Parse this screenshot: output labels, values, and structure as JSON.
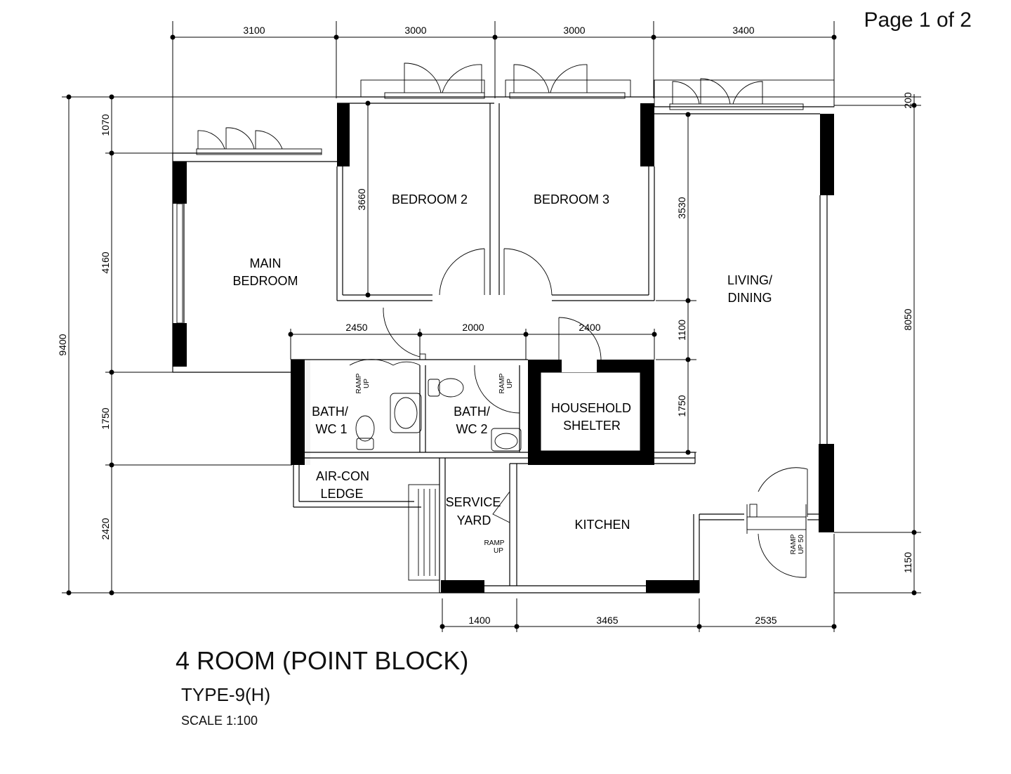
{
  "header": {
    "page_label": "Page 1 of 2"
  },
  "plan": {
    "rooms": {
      "main_bedroom": [
        "MAIN",
        "BEDROOM"
      ],
      "bedroom_2": "BEDROOM 2",
      "bedroom_3": "BEDROOM 3",
      "living_dining": [
        "LIVING/",
        "DINING"
      ],
      "bath_wc_1": [
        "BATH/",
        "WC 1"
      ],
      "bath_wc_2": [
        "BATH/",
        "WC 2"
      ],
      "household_shelter": [
        "HOUSEHOLD",
        "SHELTER"
      ],
      "aircon_ledge": [
        "AIR-CON",
        "LEDGE"
      ],
      "service_yard": [
        "SERVICE",
        "YARD"
      ],
      "kitchen": "KITCHEN"
    },
    "notes": {
      "ramp_up_bath1": [
        "RAMP",
        "UP"
      ],
      "ramp_up_bath2": [
        "RAMP",
        "UP"
      ],
      "ramp_up_yard": [
        "RAMP",
        "UP"
      ],
      "ramp_up_entrance": [
        "RAMP",
        "UP 50"
      ]
    },
    "dimensions": {
      "top": [
        "3100",
        "3000",
        "3000",
        "3400"
      ],
      "inner_top": [
        "2450",
        "2000",
        "2400"
      ],
      "bottom": [
        "1400",
        "3465",
        "2535"
      ],
      "left_outer": "9400",
      "left_inner": [
        "1070",
        "4160",
        "1750",
        "2420"
      ],
      "bedroom_2_depth": "3660",
      "living_right_column": [
        "3530",
        "1100",
        "1750"
      ],
      "right_side": [
        "200",
        "8050",
        "1150"
      ]
    }
  },
  "footer": {
    "title": "4 ROOM (POINT BLOCK)",
    "type": "TYPE-9(H)",
    "scale": "SCALE 1:100"
  }
}
